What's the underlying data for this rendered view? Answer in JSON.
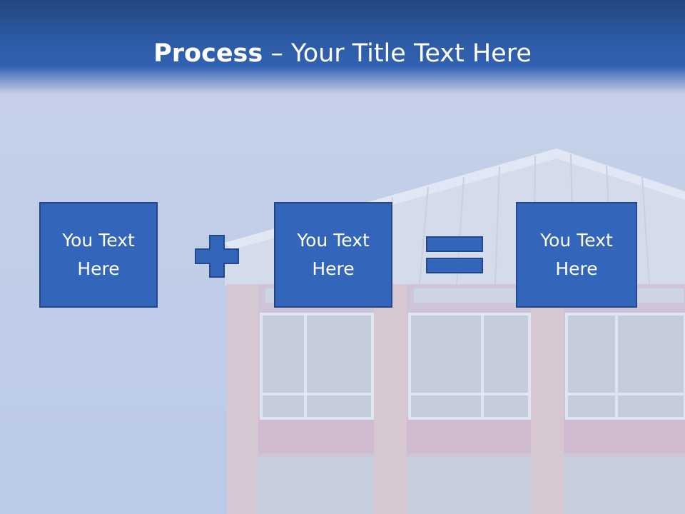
{
  "slide": {
    "title_bold": "Process",
    "title_rest": " – Your Title Text Here",
    "boxes": [
      {
        "text": "You Text Here"
      },
      {
        "text": "You Text Here"
      },
      {
        "text": "You Text Here"
      }
    ],
    "operators": [
      "plus-sign",
      "equals-sign"
    ],
    "colors": {
      "box_fill": "#3366bb",
      "box_border": "#24478a",
      "title_band": "#2c59a3",
      "title_text": "#ffffff"
    }
  }
}
